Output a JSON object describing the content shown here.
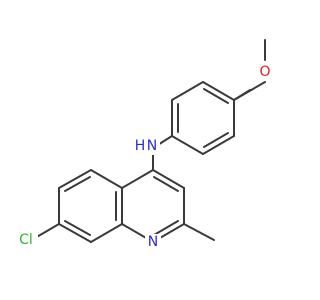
{
  "molecule": {
    "atoms": [
      {
        "id": "cl",
        "symbol": "Cl",
        "color": "#2db82d"
      },
      {
        "id": "n_ring",
        "symbol": "N",
        "color": "#2b2bd9"
      },
      {
        "id": "n_amine",
        "symbol": "N",
        "color": "#2b2bd9"
      },
      {
        "id": "h_amine",
        "symbol": "H",
        "color": "#2b2bd9"
      },
      {
        "id": "o_methoxy",
        "symbol": "O",
        "color": "#e02020"
      }
    ],
    "bond_color": "#3a3a3a"
  }
}
